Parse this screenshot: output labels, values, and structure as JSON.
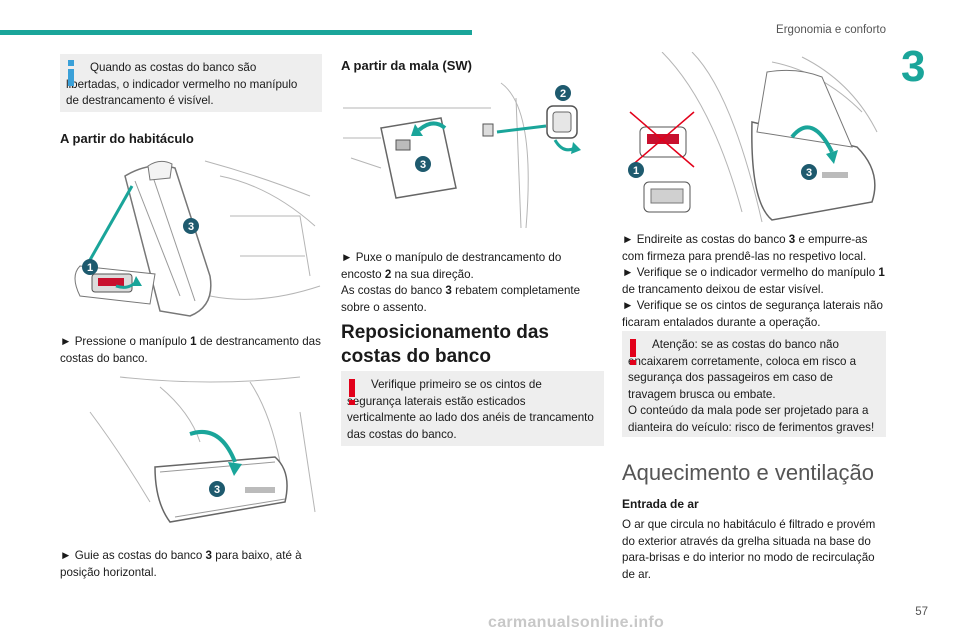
{
  "header": {
    "section_title": "Ergonomia e conforto",
    "chapter_number": "3"
  },
  "col1": {
    "info_box": "Quando as costas do banco são libertadas, o indicador vermelho no manípulo de destrancamento é visível.",
    "heading": "A partir do habitáculo",
    "step1_pre": "► Pressione o manípulo ",
    "step1_num": "1",
    "step1_post": " de destrancamento das costas do banco.",
    "step2_pre": "► Guie as costas do banco ",
    "step2_num": "3",
    "step2_post": " para baixo, até à posição horizontal.",
    "illus1_labels": [
      "1",
      "3"
    ],
    "illus2_labels": [
      "3"
    ]
  },
  "col2": {
    "heading": "A partir da mala (SW)",
    "step1_pre": "► Puxe o manípulo de destrancamento do encosto ",
    "step1_num": "2",
    "step1_post": " na sua direção.",
    "step1b_pre": "As costas do banco ",
    "step1b_num": "3",
    "step1b_post": " rebatem completamente sobre o assento.",
    "section_heading": "Reposicionamento das costas do banco",
    "warning_box": "Verifique primeiro se os cintos de segurança laterais estão esticados verticalmente ao lado dos anéis de trancamento das costas do banco.",
    "illus_labels": [
      "2",
      "3"
    ]
  },
  "col3": {
    "step1_pre": "► Endireite as costas do banco ",
    "step1_num": "3",
    "step1_post": " e empurre-as com firmeza para prendê-las no respetivo local.",
    "step2_pre": "► Verifique se o indicador vermelho do manípulo ",
    "step2_num": "1",
    "step2_post": " de trancamento deixou de estar visível.",
    "step3": "► Verifique se os cintos de segurança laterais não ficaram entalados durante a operação.",
    "warning_box_1": "Atenção: se as costas do banco não encaixarem corretamente, coloca em risco a segurança dos passageiros em caso de travagem brusca ou embate.",
    "warning_box_2": "O conteúdo da mala pode ser projetado para a dianteira do veículo: risco de ferimentos graves!",
    "section_heading": "Aquecimento e ventilação",
    "subheading": "Entrada de ar",
    "body": "O ar que circula no habitáculo é filtrado e provém do exterior através da grelha situada na base do para-brisas e do interior no modo de recirculação de ar.",
    "illus_labels": [
      "1",
      "3"
    ]
  },
  "footer": {
    "page_number": "57",
    "watermark": "carmanualsonline.info"
  },
  "colors": {
    "accent": "#1aa59a",
    "warning": "#e2001a",
    "info": "#3aa0d8",
    "box_bg": "#eeeeee",
    "badge": "#1e5a6e"
  }
}
